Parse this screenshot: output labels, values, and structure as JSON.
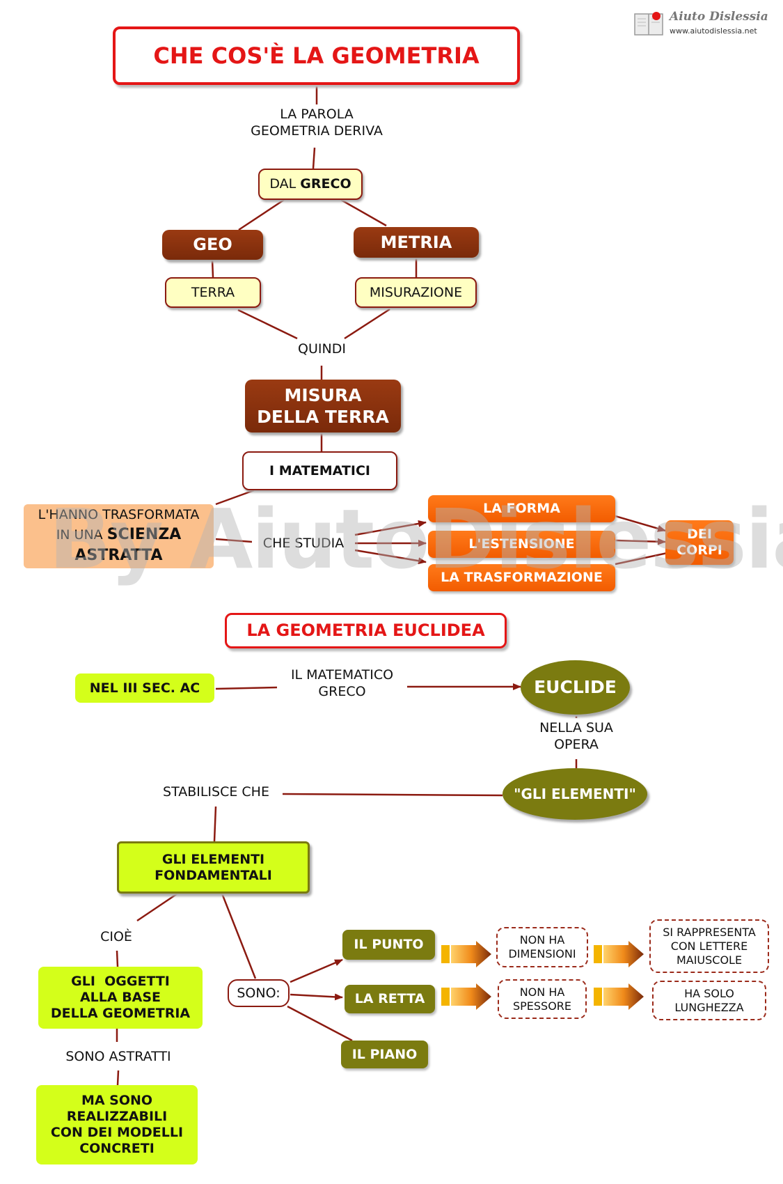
{
  "header": {
    "logo_title": "Aiuto Dislessia",
    "logo_url": "www.aiutodislessia.net"
  },
  "watermark": "By AiutoDislessia.net",
  "title": "CHE COS'È LA GEOMETRIA",
  "nodes": {
    "parola": [
      "LA PAROLA",
      "GEOMETRIA DERIVA"
    ],
    "dal_greco_pre": "DAL ",
    "dal_greco_bold": "GRECO",
    "geo": "GEO",
    "metria": "METRIA",
    "terra": "TERRA",
    "misurazione": "MISURAZIONE",
    "quindi": "QUINDI",
    "misura": [
      "MISURA",
      "DELLA TERRA"
    ],
    "matematici": "I MATEMATICI",
    "trasformata_l1": "L'HANNO TRASFORMATA",
    "trasformata_l2_pre": "IN UNA ",
    "trasformata_l2_bold": "SCIENZA",
    "trasformata_l3": "ASTRATTA",
    "che_studia": "CHE STUDIA",
    "forma": "LA FORMA",
    "estensione": "L'ESTENSIONE",
    "trasformazione": "LA TRASFORMAZIONE",
    "dei_corpi": [
      "DEI",
      "CORPI"
    ]
  },
  "section2_title": "LA GEOMETRIA EUCLIDEA",
  "euclid": {
    "sec": "NEL III SEC. AC",
    "matematico": [
      "IL MATEMATICO",
      "GRECO"
    ],
    "euclide": "EUCLIDE",
    "nella_sua_opera": [
      "NELLA SUA",
      "OPERA"
    ],
    "gli_elementi": "\"GLI ELEMENTI\"",
    "stabilisce": "STABILISCE CHE",
    "fondamentali": [
      "GLI ELEMENTI",
      "FONDAMENTALI"
    ],
    "cioe": "CIOÈ",
    "oggetti": [
      "GLI  OGGETTI",
      "ALLA BASE",
      "DELLA GEOMETRIA"
    ],
    "sono_astratti": "SONO ASTRATTI",
    "realizzabili": [
      "MA SONO",
      "REALIZZABILI",
      "CON DEI MODELLI",
      "CONCRETI"
    ],
    "sono": "SONO:",
    "punto": "IL PUNTO",
    "retta": "LA RETTA",
    "piano": "IL PIANO",
    "punto_desc": [
      "NON HA",
      "DIMENSIONI"
    ],
    "punto_rapp": [
      "SI RAPPRESENTA",
      "CON LETTERE",
      "MAIUSCOLE"
    ],
    "retta_desc": [
      "NON HA",
      "SPESSORE"
    ],
    "retta_rapp": [
      "HA SOLO",
      "LUNGHEZZA"
    ]
  },
  "colors": {
    "title_red": "#e41616",
    "brown": "#8b2f0e",
    "orange": "#f56a0a",
    "lime": "#d4ff1a",
    "olive": "#7b7b10",
    "line": "#8b1a10"
  }
}
